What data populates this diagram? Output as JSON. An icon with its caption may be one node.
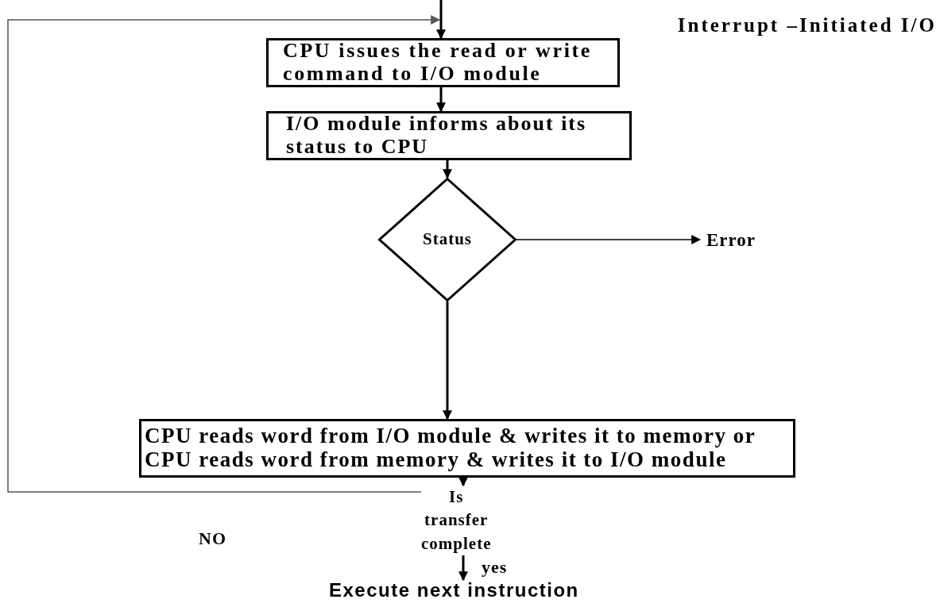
{
  "diagram": {
    "title": "Interrupt –Initiated I/O",
    "nodes": [
      {
        "text": [
          "CPU issues the read or write command to I/O module"
        ]
      },
      {
        "text": [
          "I/O module informs about its status to CPU"
        ]
      },
      {
        "text": [
          "Status"
        ]
      },
      {
        "text": [
          "Error"
        ]
      },
      {
        "text": [
          "CPU reads word from I/O module & writes it to memory or CPU reads word from memory & writes it to I/O module"
        ]
      },
      {
        "text": [
          "Is transfer complete"
        ]
      },
      {
        "text": [
          "Execute next instruction"
        ]
      }
    ],
    "edges": [
      {
        "from": null,
        "to": 0,
        "arrow": "to"
      },
      {
        "from": 0,
        "to": 1,
        "arrow": "to"
      },
      {
        "from": 1,
        "to": 2,
        "arrow": "to"
      },
      {
        "from": 2,
        "to": 3,
        "arrow": "to"
      },
      {
        "from": 2,
        "to": 4,
        "arrow": "to"
      },
      {
        "from": 4,
        "to": 5,
        "arrow": "to"
      },
      {
        "from": 5,
        "to": 6,
        "arrow": "to",
        "label": "yes"
      },
      {
        "from": 5,
        "to": 0,
        "arrow": "to",
        "label": "NO",
        "color": "#555555"
      }
    ]
  }
}
